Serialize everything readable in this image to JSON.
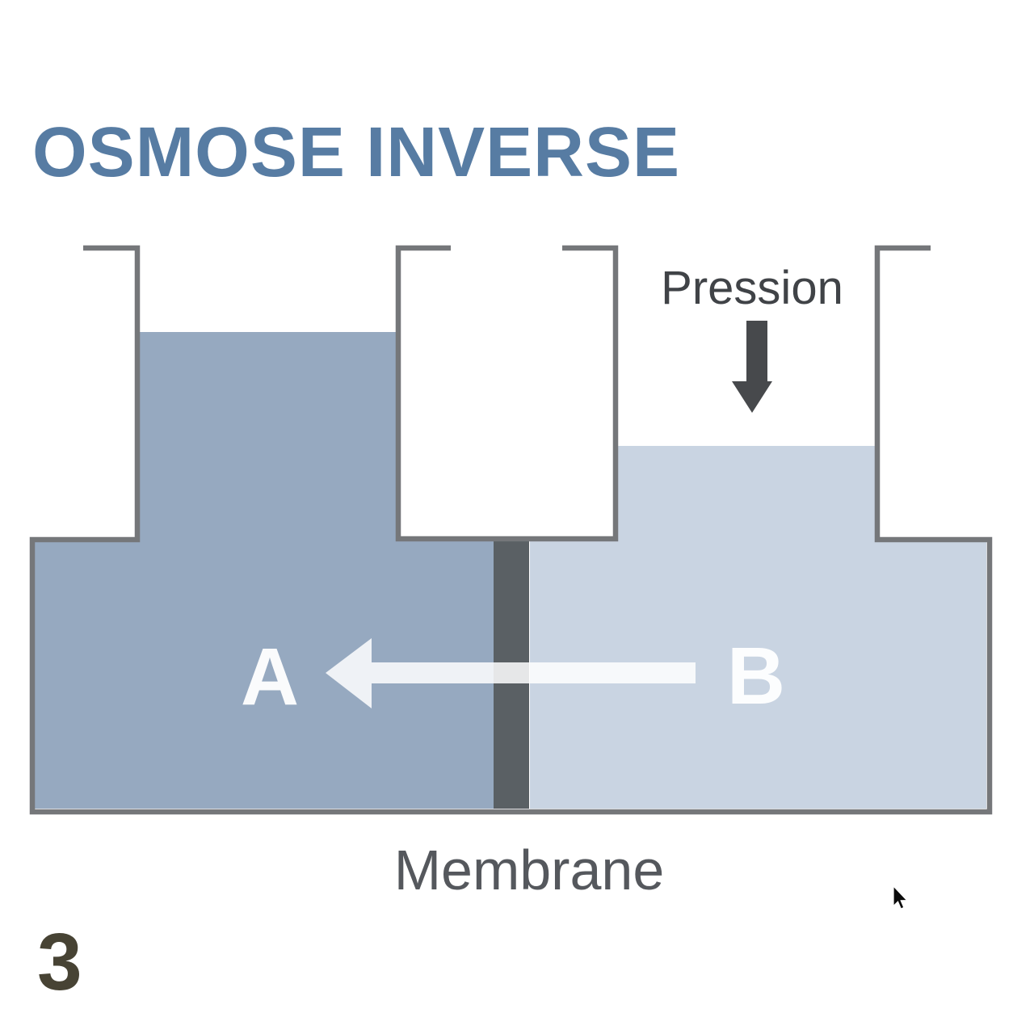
{
  "page": {
    "title": "OSMOSE INVERSE",
    "page_number": "3"
  },
  "diagram": {
    "pressure_label": "Pression",
    "membrane_label": "Membrane",
    "chamber_a_label": "A",
    "chamber_b_label": "B",
    "icons": [
      "pressure-down-arrow-icon",
      "flow-left-arrow-icon",
      "mouse-cursor-icon"
    ],
    "colors": {
      "title": "#577ca3",
      "liquid_a": "#96a9c0",
      "liquid_b": "#c9d4e2",
      "membrane": "#5a6064",
      "vessel_outline": "#75777a",
      "pressure_arrow": "#47494c",
      "pressure_text": "#404347",
      "flow_arrow": "rgba(255,255,255,0.85)",
      "chamber_letters": "rgba(255,255,255,0.95)",
      "membrane_text": "#55585d",
      "page_number_text": "#474334",
      "cursor": "#0b0b0b"
    }
  }
}
